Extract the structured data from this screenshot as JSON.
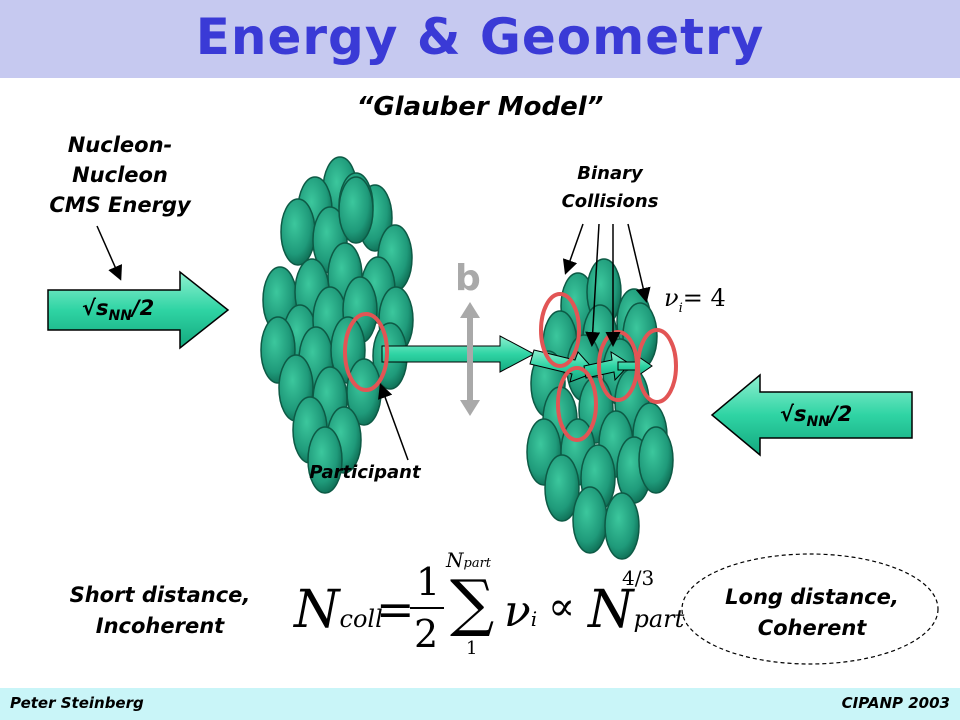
{
  "slide": {
    "title": "Energy & Geometry",
    "subtitle": "“Glauber Model”",
    "footer_left": "Peter Steinberg",
    "footer_right": "CIPANP 2003"
  },
  "labels": {
    "nn_line1": "Nucleon-",
    "nn_line2": "Nucleon",
    "nn_line3": "CMS Energy",
    "binary_line1": "Binary",
    "binary_line2": "Collisions",
    "participant": "Participant",
    "impact_parameter": "b",
    "sqrt_s_left": "√s",
    "sqrt_s_left_sub": "NN",
    "sqrt_s_left_tail": "/2",
    "sqrt_s_right": "√s",
    "sqrt_s_right_sub": "NN",
    "sqrt_s_right_tail": "/2",
    "short_line1": "Short distance,",
    "short_line2": "Incoherent",
    "long_line1": "Long distance,",
    "long_line2": "Coherent"
  },
  "equations": {
    "nu_i": "ν",
    "nu_sub": "i",
    "nu_eq": "= 4",
    "ncoll_N": "N",
    "ncoll_sub": "coll",
    "eq": "=",
    "frac_num": "1",
    "frac_den": "2",
    "sum_top_N": "N",
    "sum_top_sub": "part",
    "sum_bottom": "1",
    "sum_symbol": "∑",
    "nu2": "ν",
    "nu2_sub": "i",
    "prop": "∝",
    "npart_N": "N",
    "npart_sub": "part",
    "npart_sup": "4/3"
  },
  "colors": {
    "title_bg": "#c6c9f0",
    "title_text": "#3a3ad6",
    "footer_bg": "#c9f5f8",
    "nucleon_fill": "#1f9a7a",
    "nucleon_dark": "#0d5a45",
    "arrow_fill": "#2fd4a4",
    "highlight": "#e25555",
    "b_gray": "#a9a9a9"
  }
}
